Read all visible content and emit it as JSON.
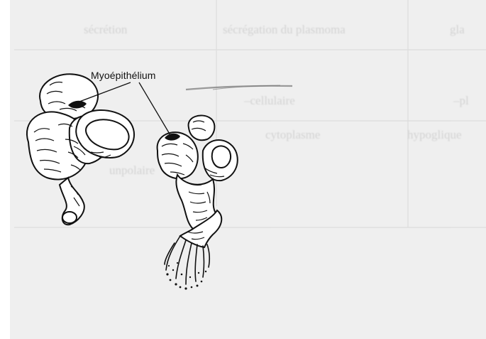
{
  "diagram": {
    "label": "Myoépithélium",
    "background_text": {
      "row1": [
        "sécrétion",
        "sécrégation du plasmoma",
        "gla"
      ],
      "row2": [
        "–cellulaire",
        "–pl"
      ],
      "row3": [
        "cytoplasme",
        "hypoglique"
      ],
      "row4": [
        "unpolaire"
      ]
    }
  },
  "colors": {
    "ink": "#111111",
    "paper": "#efefef",
    "faint": "#c9c9c9"
  }
}
